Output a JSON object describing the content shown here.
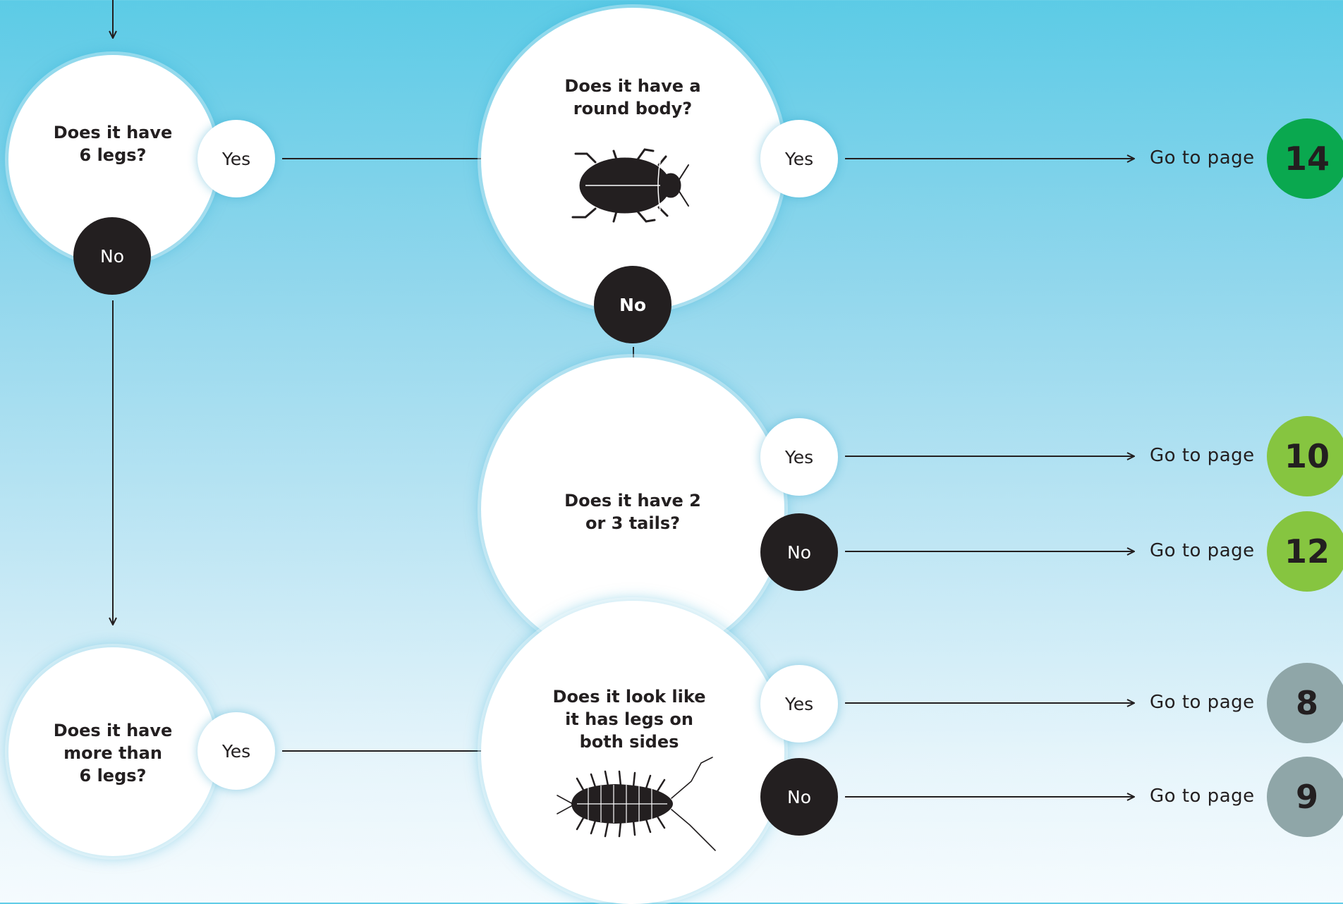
{
  "questions": {
    "six_legs": "Does it have\n6 legs?",
    "round_body": "Does it have a\nround body?",
    "tails": "Does it have 2\nor 3 tails?",
    "more_than_six": "Does it have\nmore than\n6 legs?",
    "legs_both_sides": "Does it look like\nit has legs on\nboth sides"
  },
  "labels": {
    "yes": "Yes",
    "no": "No",
    "go_to_page": "Go to page"
  },
  "pages": {
    "round_body_yes": "14",
    "tails_yes": "10",
    "tails_no": "12",
    "legs_yes": "8",
    "legs_no": "9"
  },
  "colors": {
    "page_14": "#0aa84f",
    "page_10": "#86c540",
    "page_12": "#86c540",
    "page_8": "#8fa6a8",
    "page_9": "#8fa6a8",
    "chip_no": "#231f20",
    "chip_yes": "#ffffff"
  },
  "illustrations": {
    "beetle": "beetle-icon",
    "slater": "slater-icon"
  }
}
